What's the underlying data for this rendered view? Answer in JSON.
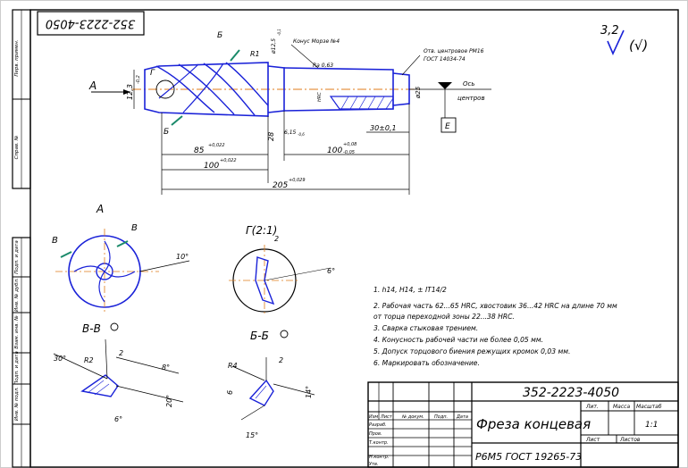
{
  "drawing": {
    "stamp_number_rotated": "352-2223-4050",
    "designation": "352-2223-4050",
    "title": "Фреза концевая",
    "material": "Р6М5 ГОСТ 19265-73",
    "scale": "1:1",
    "roughness_general": "3,2"
  },
  "title_block": {
    "headers": [
      "Лит.",
      "Масса",
      "Масштаб"
    ],
    "sheet_label": "Лист",
    "sheets_label": "Листов",
    "change_cols": [
      "Изм",
      "Лист",
      "№ докум.",
      "Подп.",
      "Дата"
    ],
    "rows": [
      "Разраб.",
      "Пров.",
      "Т.контр.",
      "Н.контр.",
      "Утв."
    ]
  },
  "side_strip": [
    "Перв. примен.",
    "Справ. №",
    "Подп. и дата",
    "Инв. № дубл.",
    "Взам. инв. №",
    "Подп. и дата",
    "Инв. № подл."
  ],
  "main_view": {
    "label_A": "A",
    "label_B_top": "Б",
    "label_B_bot": "Б",
    "label_G": "Г",
    "d_work": "12,3",
    "d_tol": "-0,2",
    "r1": "R1",
    "d_neck": "ø12,5",
    "d_neck_tol": "-0,1",
    "morse": "Конус Морзе №4",
    "ra_morse": "Ra 0,63",
    "center_hole_1": "Отв. центровое РМ16",
    "center_hole_2": "ГОСТ 14034-74",
    "hardness_mark": "HRC",
    "d_end": "ø25",
    "axis_1": "Ось",
    "axis_2": "центров",
    "base_E": "Е",
    "len_85": "85",
    "len_85_tol": "+0,022",
    "len_100a": "100",
    "len_100a_tol": "+0,022",
    "len_205": "205",
    "len_205_tol": "+0,029",
    "len_100b": "100",
    "len_100b_tol1": "+0,08",
    "len_100b_tol2": "-0,05",
    "len_30": "30±0,1",
    "len_28": "28",
    "len_615": "6,15",
    "len_615_tol": "-0,6"
  },
  "view_A": {
    "title": "A",
    "label_V1": "В",
    "label_V2": "В",
    "angle": "10°"
  },
  "view_G": {
    "title": "Г(2:1)",
    "dim": "2",
    "angle": "6°"
  },
  "section_VV": {
    "title": "В-В",
    "a30": "30°",
    "r2": "R2",
    "d2": "2",
    "a8": "8°",
    "a20": "20°",
    "a6": "6°"
  },
  "section_BB": {
    "title": "Б-Б",
    "r4": "R4",
    "d2": "2",
    "d6": "6",
    "a14": "14°",
    "a15": "15°"
  },
  "notes": [
    "1. h14, H14, ± IT14/2",
    "2. Рабочая часть 62...65 HRC, хвостовик 36...42 HRC на длине 70 мм",
    "от торца переходной зоны 22...38 HRC.",
    "3. Сварка стыковая трением.",
    "4. Конусность рабочей части не более 0,05 мм.",
    "5. Допуск торцового биения режущих кромок 0,03 мм.",
    "6. Маркировать обозначение."
  ],
  "colors": {
    "geometry": "#1a22d8",
    "frame": "#000000",
    "leader": "#1a22d8",
    "green": "#1a8a6a"
  }
}
